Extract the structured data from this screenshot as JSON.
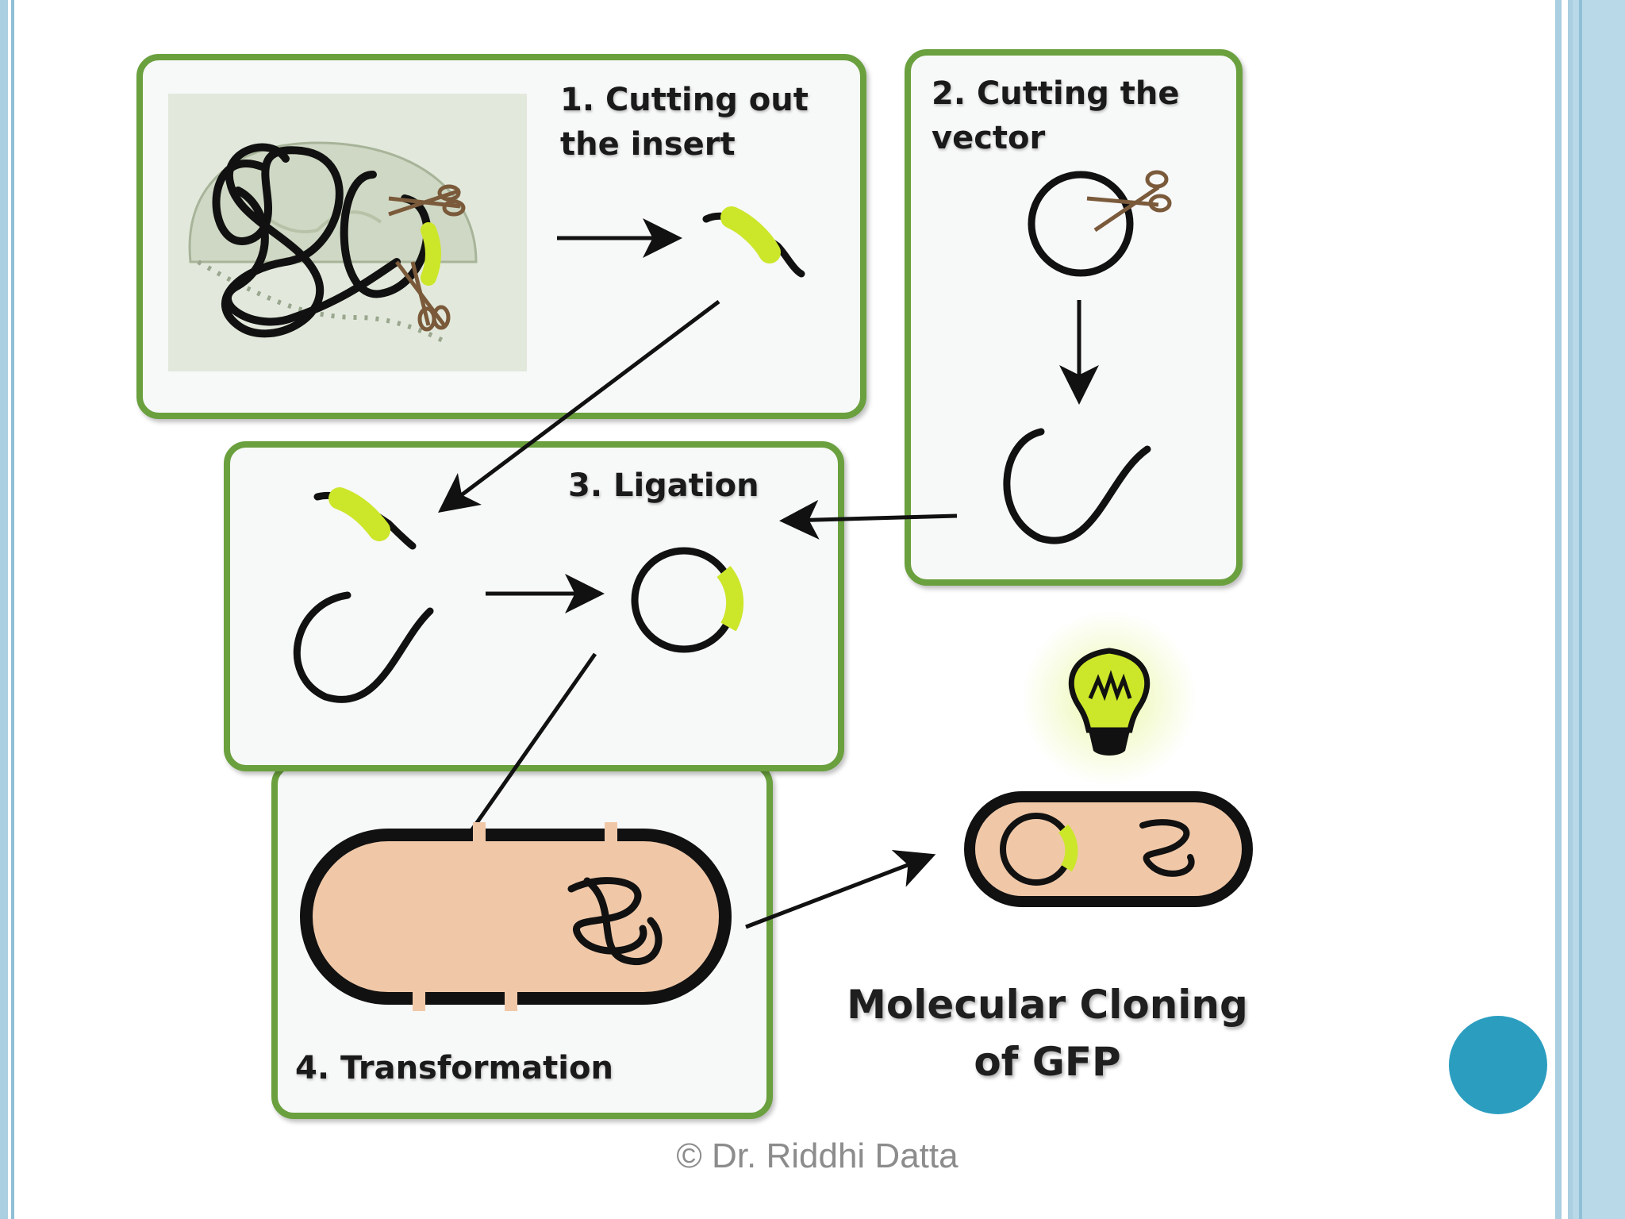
{
  "diagram": {
    "steps": [
      {
        "id": "step-1",
        "label": "1. Cutting out\nthe insert"
      },
      {
        "id": "step-2",
        "label": "2. Cutting the\nvector"
      },
      {
        "id": "step-3",
        "label": "3. Ligation"
      },
      {
        "id": "step-4",
        "label": "4. Transformation"
      }
    ],
    "title": "Molecular Cloning\nof GFP",
    "colors": {
      "panel_border": "#6aa03e",
      "gfp_insert": "#cce62a",
      "cell_body": "#f0c8a8",
      "dna": "#111111",
      "slide_accent": "#2b9ec0"
    }
  },
  "footer": {
    "copyright": "© Dr. Riddhi Datta"
  }
}
